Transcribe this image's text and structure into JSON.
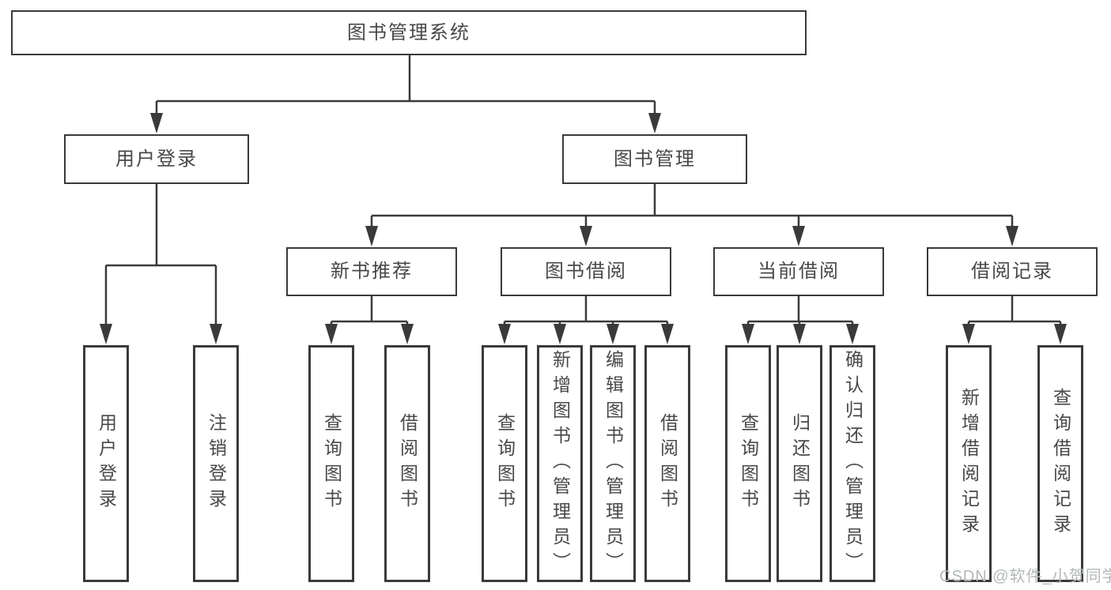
{
  "tree": {
    "root": {
      "label": "图书管理系统"
    },
    "children": [
      {
        "label": "用户登录",
        "children": [
          {
            "label": "用户登录"
          },
          {
            "label": "注销登录"
          }
        ]
      },
      {
        "label": "图书管理",
        "children": [
          {
            "label": "新书推荐",
            "children": [
              {
                "label": "查询图书"
              },
              {
                "label": "借阅图书"
              }
            ]
          },
          {
            "label": "图书借阅",
            "children": [
              {
                "label": "查询图书"
              },
              {
                "label": "新增图书（管理员）"
              },
              {
                "label": "编辑图书（管理员）"
              },
              {
                "label": "借阅图书"
              }
            ]
          },
          {
            "label": "当前借阅",
            "children": [
              {
                "label": "查询图书"
              },
              {
                "label": "归还图书"
              },
              {
                "label": "确认归还（管理员）"
              }
            ]
          },
          {
            "label": "借阅记录",
            "children": [
              {
                "label": "新增借阅记录"
              },
              {
                "label": "查询借阅记录"
              }
            ]
          }
        ]
      }
    ]
  },
  "watermark": {
    "text": "CSDN @软件_小贺同学"
  },
  "colors": {
    "line": "#3a3a3a",
    "text": "#484848",
    "watermark": "#b3b8ba",
    "bg": "#ffffff"
  }
}
